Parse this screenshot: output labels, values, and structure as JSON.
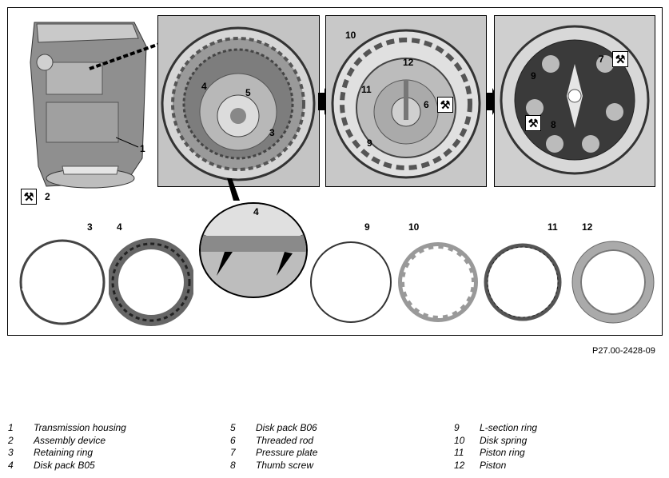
{
  "figure": {
    "callouts": {
      "c1": "1",
      "c2": "2",
      "c3": "3",
      "c4": "4",
      "c5": "5",
      "c6": "6",
      "c7": "7",
      "c8": "8",
      "c9": "9",
      "c10": "10",
      "c11": "11",
      "c12": "12",
      "detail4": "4",
      "part3": "3",
      "part4": "4",
      "part9": "9",
      "part10": "10",
      "part11": "11",
      "part12": "12"
    },
    "tool_icon": "wrench-tool-icon"
  },
  "reference": "P27.00-2428-09",
  "legend": [
    {
      "num": "1",
      "text": "Transmission housing"
    },
    {
      "num": "2",
      "text": "Assembly device"
    },
    {
      "num": "3",
      "text": "Retaining ring"
    },
    {
      "num": "4",
      "text": "Disk pack B05"
    },
    {
      "num": "5",
      "text": "Disk pack B06"
    },
    {
      "num": "6",
      "text": "Threaded rod"
    },
    {
      "num": "7",
      "text": "Pressure plate"
    },
    {
      "num": "8",
      "text": "Thumb screw"
    },
    {
      "num": "9",
      "text": "L-section ring"
    },
    {
      "num": "10",
      "text": "Disk spring"
    },
    {
      "num": "11",
      "text": "Piston ring"
    },
    {
      "num": "12",
      "text": "Piston"
    }
  ]
}
